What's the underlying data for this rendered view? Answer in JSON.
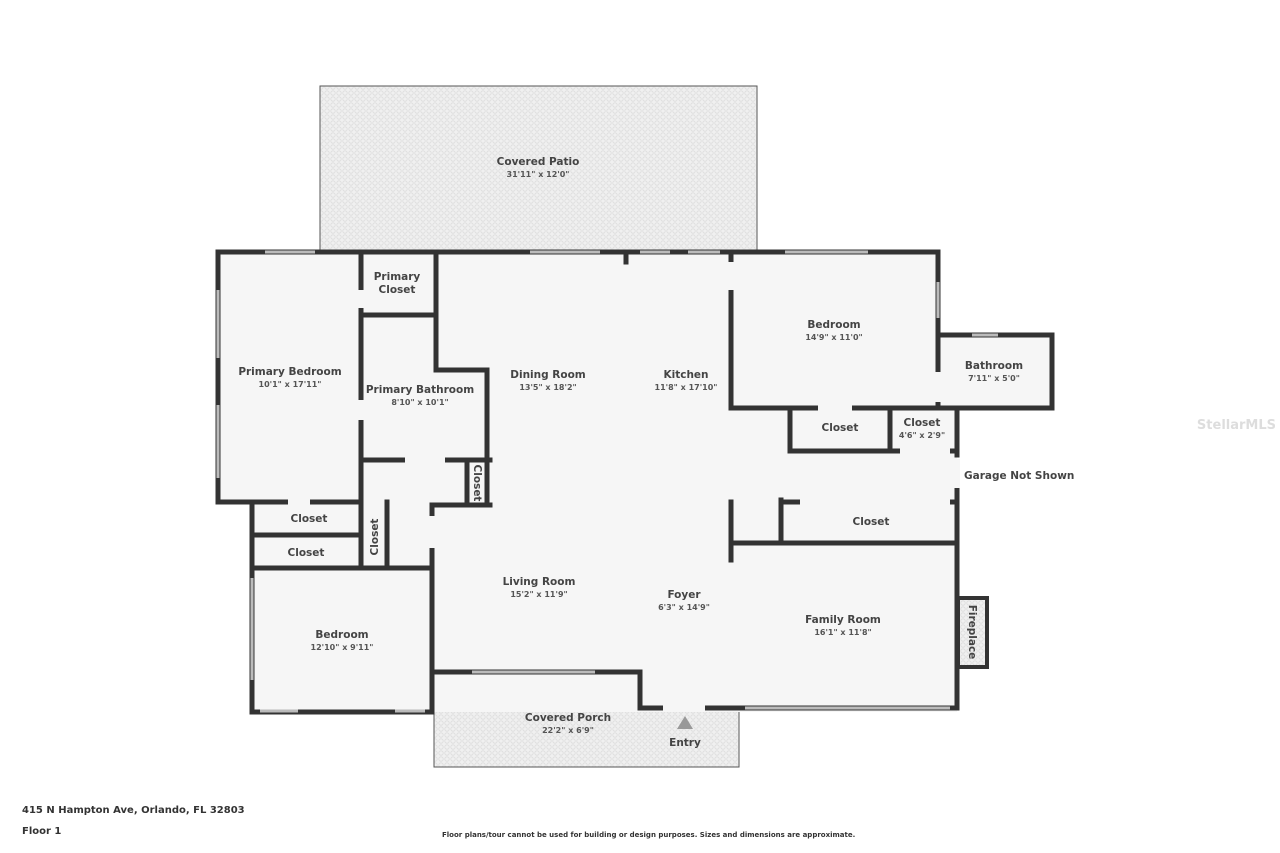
{
  "rooms": {
    "patio": {
      "name": "Covered Patio",
      "dims": "31'11\" x 12'0\""
    },
    "primary_bedroom": {
      "name": "Primary Bedroom",
      "dims": "10'1\" x 17'11\""
    },
    "primary_closet": {
      "name1": "Primary",
      "name2": "Closet"
    },
    "primary_bathroom": {
      "name": "Primary Bathroom",
      "dims": "8'10\" x 10'1\""
    },
    "dining": {
      "name": "Dining Room",
      "dims": "13'5\" x 18'2\""
    },
    "kitchen": {
      "name": "Kitchen",
      "dims": "11'8\" x 17'10\""
    },
    "bedroom2": {
      "name": "Bedroom",
      "dims": "14'9\" x 11'0\""
    },
    "bathroom": {
      "name": "Bathroom",
      "dims": "7'11\" x 5'0\""
    },
    "closet_a": {
      "name": "Closet"
    },
    "closet_b": {
      "name": "Closet",
      "dims": "4'6\" x 2'9\""
    },
    "garage": {
      "name": "Garage Not Shown"
    },
    "closet_c": {
      "name": "Closet"
    },
    "closet_d": {
      "name": "Closet"
    },
    "closet_e": {
      "name": "Closet"
    },
    "closet_f": {
      "name": "Closet"
    },
    "closet_g": {
      "name": "Closet"
    },
    "bedroom1": {
      "name": "Bedroom",
      "dims": "12'10\" x 9'11\""
    },
    "living": {
      "name": "Living Room",
      "dims": "15'2\" x 11'9\""
    },
    "foyer": {
      "name": "Foyer",
      "dims": "6'3\" x 14'9\""
    },
    "family": {
      "name": "Family Room",
      "dims": "16'1\" x 11'8\""
    },
    "fireplace": {
      "name": "Fireplace"
    },
    "porch": {
      "name": "Covered Porch",
      "dims": "22'2\" x 6'9\""
    },
    "entry": {
      "name": "Entry"
    }
  },
  "footer": {
    "address": "415 N Hampton Ave, Orlando, FL 32803",
    "floor": "Floor 1",
    "disclaimer": "Floor plans/tour cannot be used for building or design purposes. Sizes and dimensions are approximate."
  },
  "watermark": "StellarMLS",
  "colors": {
    "wall": "#333333",
    "floor": "#f6f6f6",
    "patio": "#ececec"
  }
}
